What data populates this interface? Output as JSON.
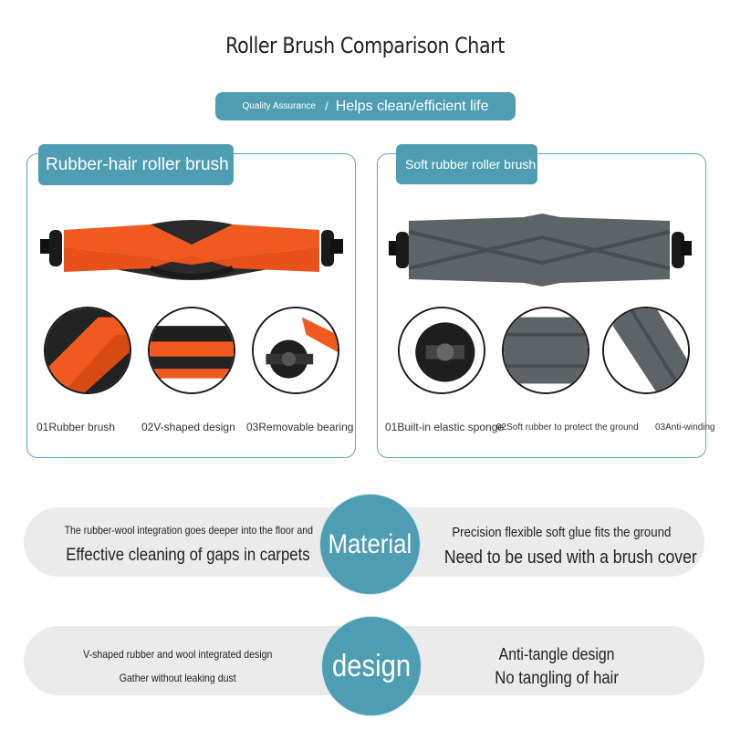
{
  "title": "Roller Brush Comparison Chart",
  "quality_pill": {
    "small": "Quality Assurance",
    "separator": "/",
    "main": "Helps clean/efficient life"
  },
  "left_panel": {
    "tag": "Rubber-hair roller brush",
    "features": [
      "01Rubber brush",
      "02V-shaped design",
      "03Removable bearing"
    ]
  },
  "right_panel": {
    "tag": "Soft rubber roller brush",
    "features": [
      "01Built-in elastic sponge",
      "02Soft rubber to protect the ground",
      "03Anti-winding"
    ]
  },
  "material_band": {
    "badge": "Material",
    "left_line1": "The rubber-wool integration goes deeper into the floor and",
    "left_line2": "Effective cleaning of gaps in carpets",
    "right_line1": "Precision flexible soft glue fits the ground",
    "right_line2": "Need to be used with a brush cover"
  },
  "design_band": {
    "badge": "design",
    "left_line1": "V-shaped rubber and wool integrated design",
    "left_line2": "Gather without leaking dust",
    "right_line1": "Anti-tangle design",
    "right_line2": "No tangling of hair"
  },
  "colors": {
    "accent": "#4e9db3",
    "band": "#ebebeb",
    "orange": "#f05a1e",
    "gray_rubber": "#5d6468"
  }
}
